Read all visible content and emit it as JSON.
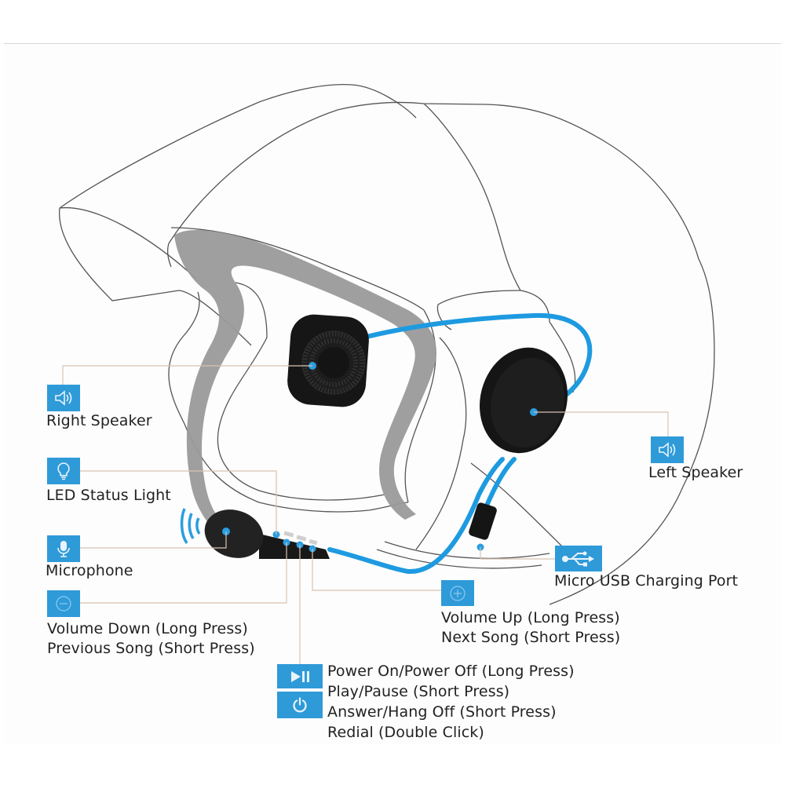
{
  "diagram": {
    "subject": "Helmet Bluetooth headset",
    "accent_color": "#2f9ad8",
    "cable_color": "#1e9ae0",
    "leader_line_color": "#d9c2b4",
    "callouts": {
      "right_speaker": {
        "icon": "speaker-icon",
        "label": "Right Speaker"
      },
      "led_status_light": {
        "icon": "lightbulb-icon",
        "label": "LED Status Light"
      },
      "microphone": {
        "icon": "microphone-icon",
        "label": "Microphone"
      },
      "volume_down": {
        "icon": "minus-circle-icon",
        "lines": [
          "Volume Down (Long Press)",
          "Previous Song (Short Press)"
        ]
      },
      "power_play": {
        "icons": [
          "play-pause-icon",
          "power-icon"
        ],
        "lines": [
          "Power On/Power Off (Long Press)",
          "Play/Pause (Short Press)",
          "Answer/Hang Off (Short Press)",
          "Redial (Double Click)"
        ]
      },
      "volume_up": {
        "icon": "plus-circle-icon",
        "lines": [
          "Volume Up (Long Press)",
          "Next Song (Short Press)"
        ]
      },
      "micro_usb": {
        "icon": "usb-icon",
        "label": "Micro USB Charging Port"
      },
      "left_speaker": {
        "icon": "speaker-icon",
        "label": "Left Speaker"
      }
    }
  }
}
